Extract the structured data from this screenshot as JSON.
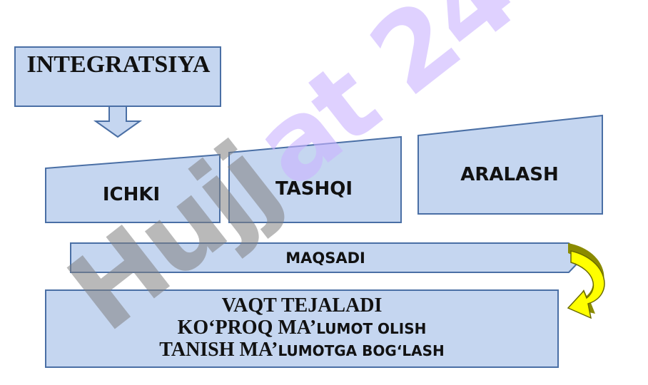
{
  "title": "INTEGRATSIYA",
  "types": [
    "ICHKI",
    "TASHQI",
    "ARALASH"
  ],
  "purpose_label": "MAQSADI",
  "results": [
    {
      "a": "VAQT TEJALADI",
      "b": ""
    },
    {
      "a": "KO‘PROQ MA’",
      "b": "LUMOT OLISH"
    },
    {
      "a": "TANISH MA’",
      "b": "LUMOTGA BOG‘LASH"
    }
  ],
  "watermark": "Hujjat 24",
  "colors": {
    "box_fill": "#c5d6f0",
    "box_stroke": "#4a6fa5",
    "arrow_fill": "#ffff00",
    "arrow_shade": "#8b8b00",
    "watermark_purple": "#c9b3ff",
    "watermark_gray": "#7f7f7f"
  }
}
